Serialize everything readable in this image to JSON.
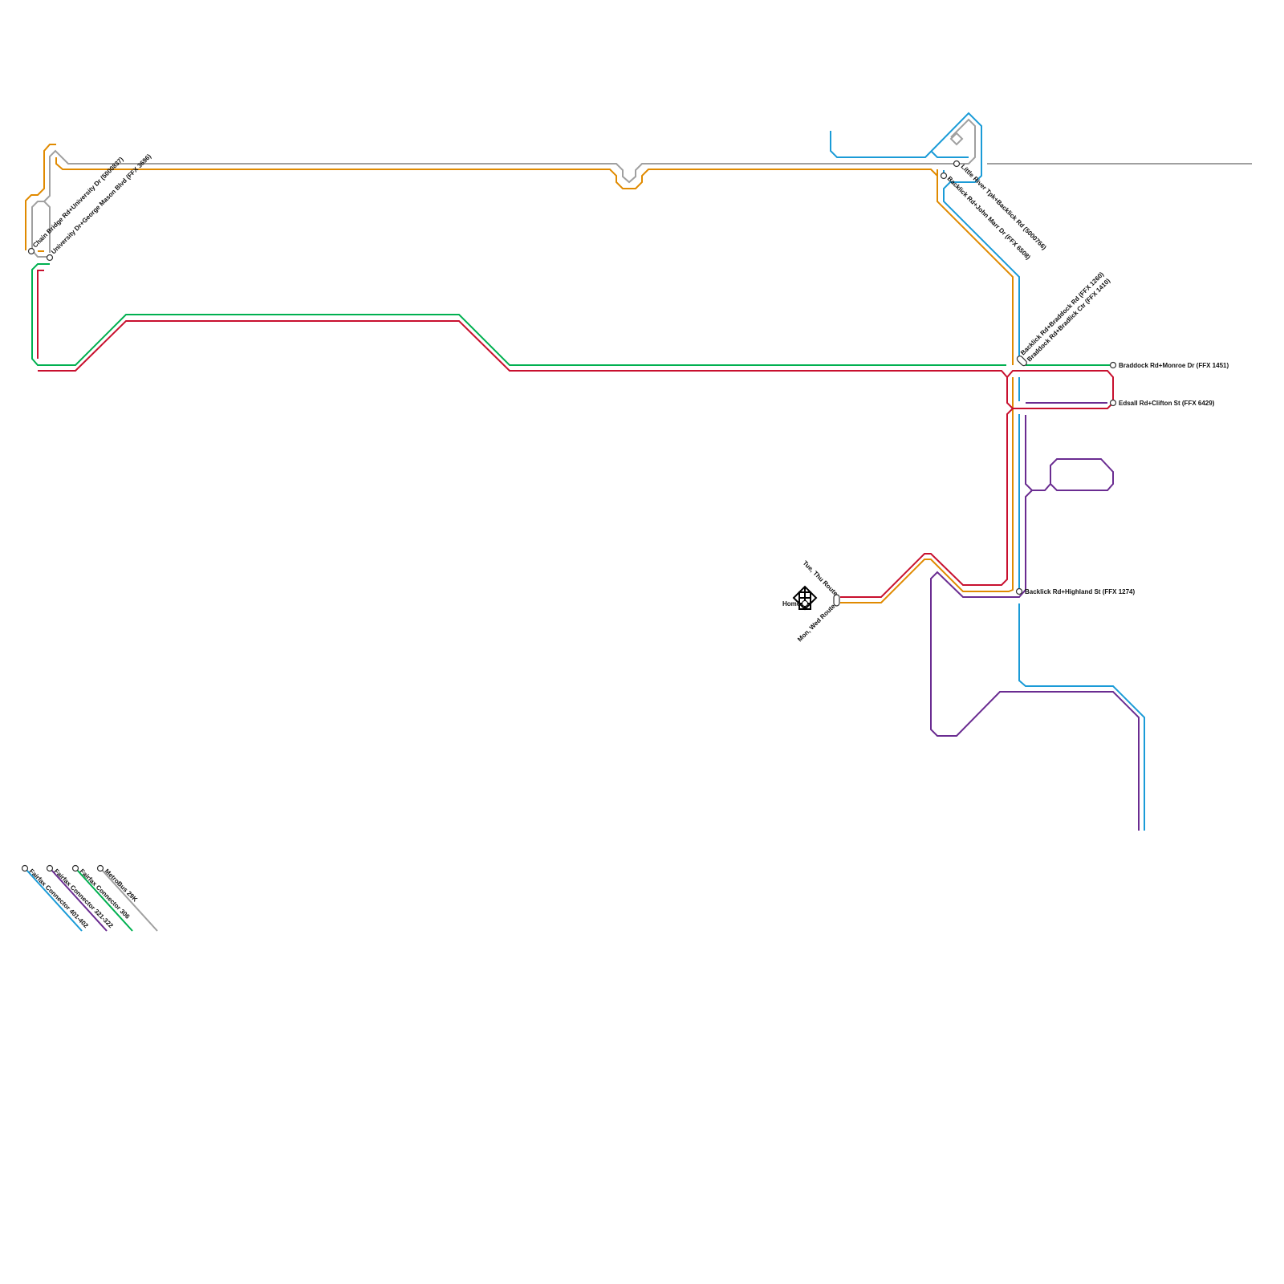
{
  "colors": {
    "metrobus_29k": "#a0a0a0",
    "connector_306": "#00b050",
    "connector_321_322": "#6a2c91",
    "connector_401_402": "#1a9bd7",
    "route_tue_thu": "#c8102e",
    "route_mon_wed": "#e08a00"
  },
  "stations": {
    "chain_bridge": "Chain Bridge Rd+University Dr (5000837)",
    "gmu": "University Dr+George Mason Blvd (FFX 3696)",
    "little_river": "Little River Tpk+Backlick Rd (5000766)",
    "john_marr": "Backlick Rd+John Marr Dr (FFX 6508)",
    "backlick_braddock": "Backlick Rd+Braddock Rd (FFX 1260)",
    "braddock_bradlick": "Braddock Rd+Bradlick Ctr (FFX 1410)",
    "braddock_monroe": "Braddock Rd+Monroe Dr (FFX 1451)",
    "edsall_clifton": "Edsall Rd+Clifton St (FFX 6429)",
    "backlick_highland": "Backlick Rd+Highland St (FFX 1274)"
  },
  "home": {
    "label": "Home",
    "icon": "home-icon"
  },
  "routes": {
    "tue_thu": "Tue, Thu Route",
    "mon_wed": "Mon, Wed Route"
  },
  "legend": [
    {
      "label": "Fairfax Connector 401-402",
      "color": "#1a9bd7"
    },
    {
      "label": "Fairfax Connector 321-322",
      "color": "#6a2c91"
    },
    {
      "label": "Fairfax Connector 306",
      "color": "#00b050"
    },
    {
      "label": "MetroBus 29K",
      "color": "#a0a0a0"
    }
  ]
}
